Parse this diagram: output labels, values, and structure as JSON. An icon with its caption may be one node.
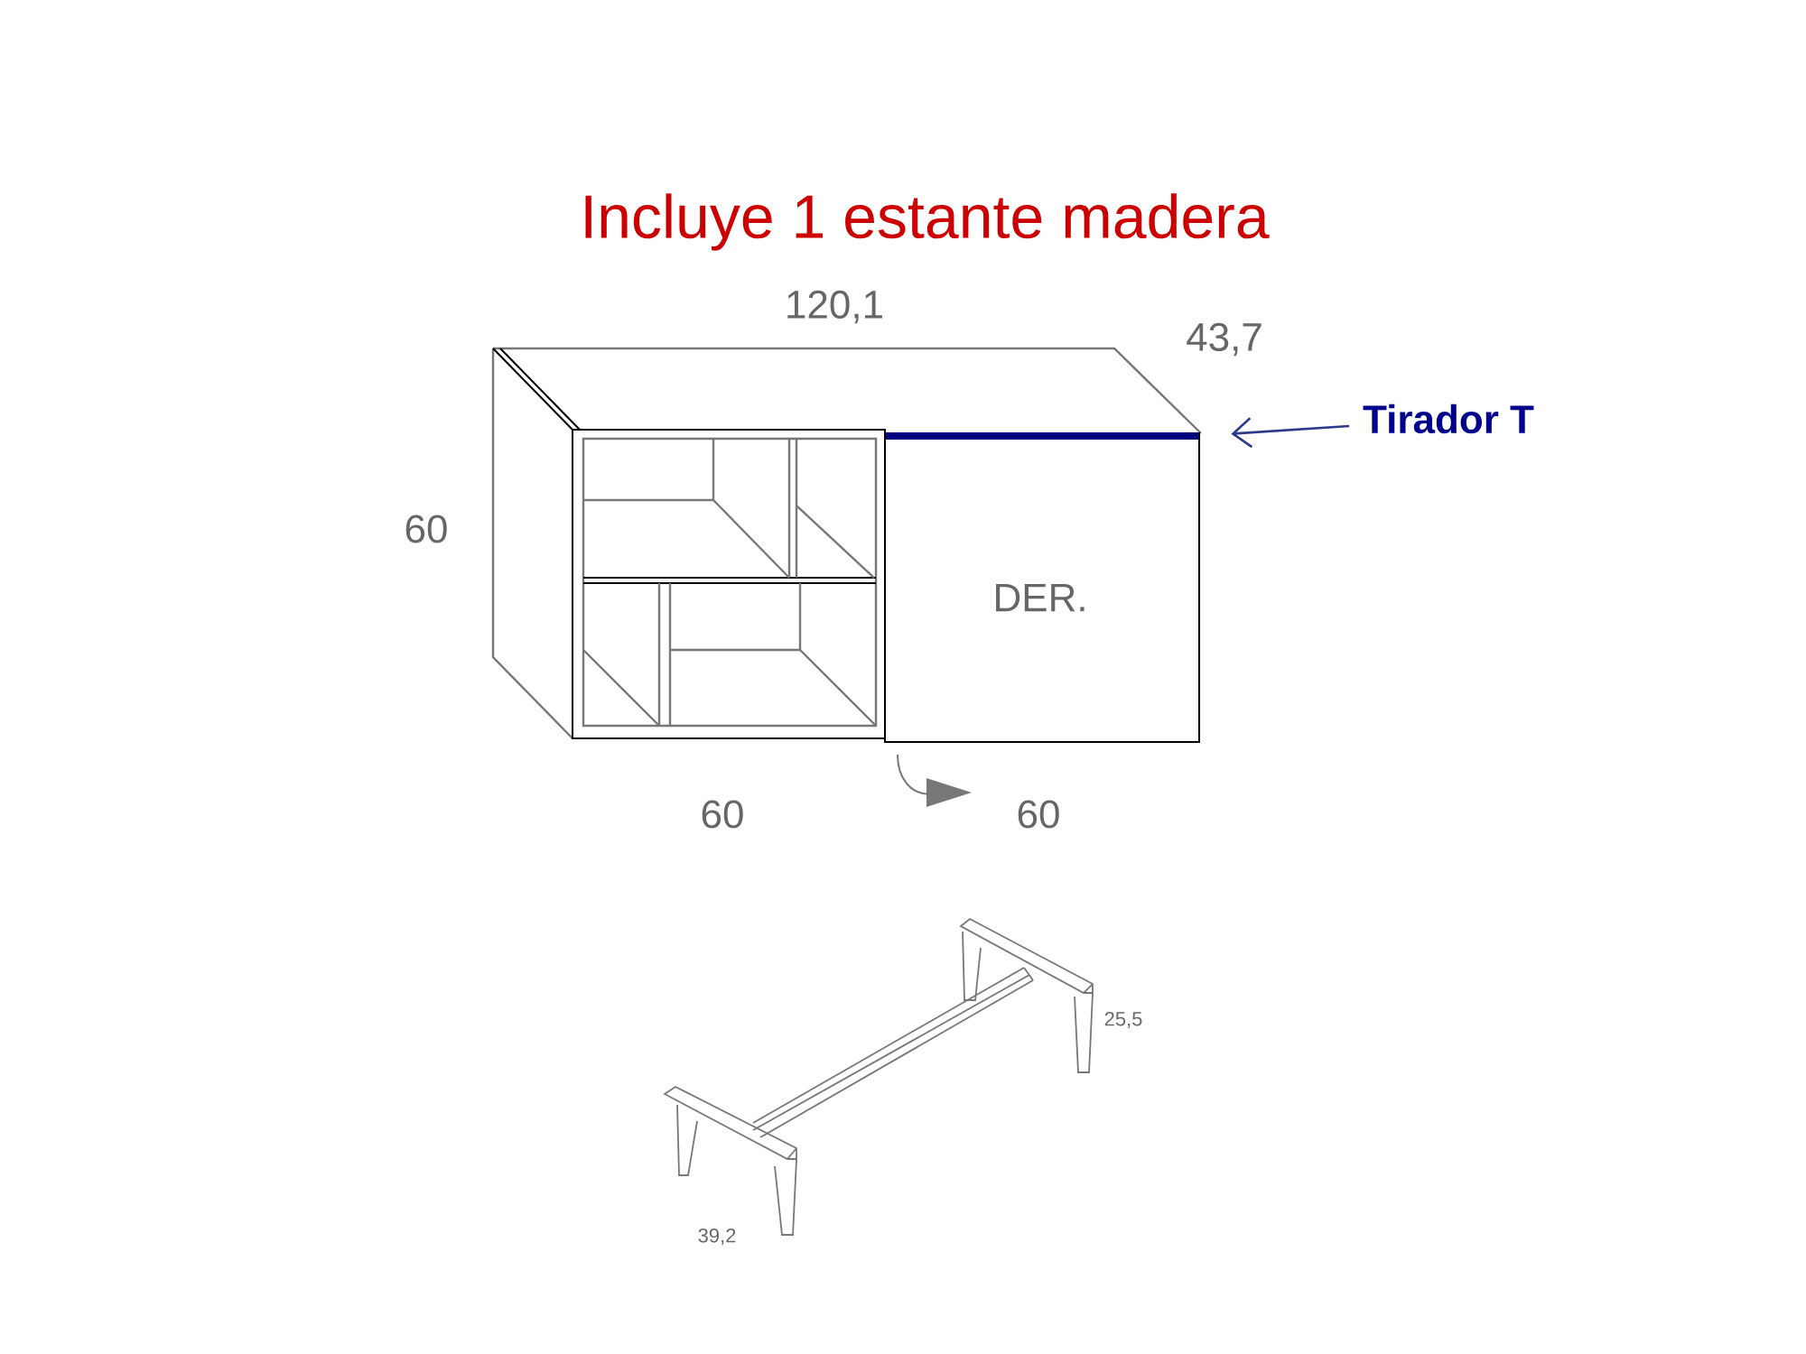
{
  "diagram": {
    "title": "Incluye 1 estante madera",
    "nodes": [
      {
        "text": [
          "DER."
        ]
      },
      {
        "text": [],
        "shape": "bar",
        "in": 0
      },
      {
        "text": [
          "Tirador T"
        ]
      }
    ],
    "edges": [
      {
        "from": 2,
        "to": 1,
        "arrow": "to",
        "color": "#2b3a8c"
      }
    ],
    "labels": [
      "120,1",
      "43,7",
      "60",
      "60",
      "60",
      "25,5",
      "39,2"
    ]
  }
}
